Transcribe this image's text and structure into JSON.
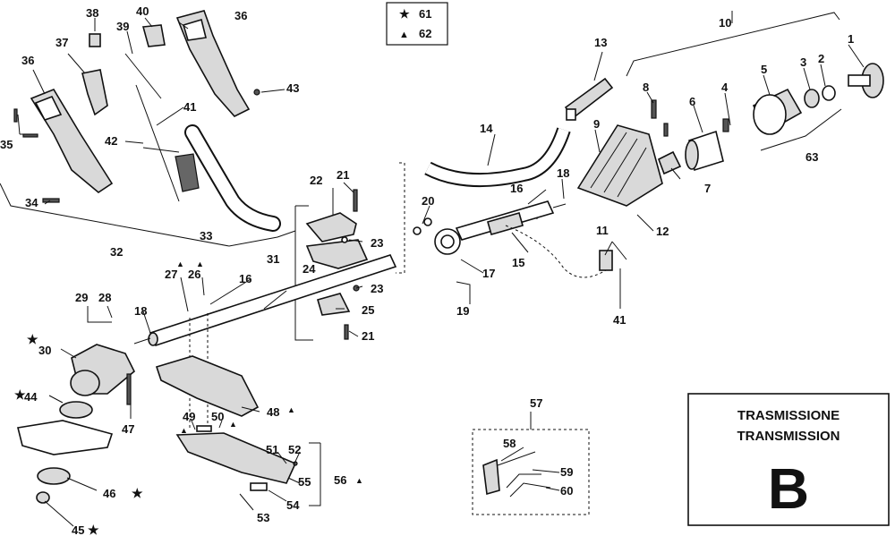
{
  "legend": {
    "star_symbol": "★",
    "star_ref": "61",
    "triangle_symbol": "▲",
    "triangle_ref": "62"
  },
  "title_box": {
    "line1": "TRASMISSIONE",
    "line2": "TRANSMISSION",
    "letter": "B"
  },
  "callouts": [
    {
      "id": "c1",
      "text": "1"
    },
    {
      "id": "c2",
      "text": "2"
    },
    {
      "id": "c3",
      "text": "3"
    },
    {
      "id": "c4",
      "text": "4"
    },
    {
      "id": "c5",
      "text": "5"
    },
    {
      "id": "c6",
      "text": "6"
    },
    {
      "id": "c7",
      "text": "7"
    },
    {
      "id": "c8",
      "text": "8"
    },
    {
      "id": "c9",
      "text": "9"
    },
    {
      "id": "c10",
      "text": "10"
    },
    {
      "id": "c11",
      "text": "11"
    },
    {
      "id": "c12",
      "text": "12"
    },
    {
      "id": "c13",
      "text": "13"
    },
    {
      "id": "c14",
      "text": "14"
    },
    {
      "id": "c15",
      "text": "15"
    },
    {
      "id": "c16a",
      "text": "16"
    },
    {
      "id": "c16b",
      "text": "16"
    },
    {
      "id": "c17",
      "text": "17"
    },
    {
      "id": "c18a",
      "text": "18"
    },
    {
      "id": "c18b",
      "text": "18"
    },
    {
      "id": "c19",
      "text": "19"
    },
    {
      "id": "c20",
      "text": "20"
    },
    {
      "id": "c21a",
      "text": "21"
    },
    {
      "id": "c21b",
      "text": "21"
    },
    {
      "id": "c22",
      "text": "22"
    },
    {
      "id": "c23a",
      "text": "23"
    },
    {
      "id": "c23b",
      "text": "23"
    },
    {
      "id": "c24",
      "text": "24"
    },
    {
      "id": "c25",
      "text": "25"
    },
    {
      "id": "c26",
      "text": "26"
    },
    {
      "id": "c27",
      "text": "27"
    },
    {
      "id": "c28",
      "text": "28"
    },
    {
      "id": "c29",
      "text": "29"
    },
    {
      "id": "c30",
      "text": "30"
    },
    {
      "id": "c31",
      "text": "31"
    },
    {
      "id": "c32",
      "text": "32"
    },
    {
      "id": "c33",
      "text": "33"
    },
    {
      "id": "c34",
      "text": "34"
    },
    {
      "id": "c35",
      "text": "35"
    },
    {
      "id": "c36a",
      "text": "36"
    },
    {
      "id": "c36b",
      "text": "36"
    },
    {
      "id": "c37",
      "text": "37"
    },
    {
      "id": "c38",
      "text": "38"
    },
    {
      "id": "c39",
      "text": "39"
    },
    {
      "id": "c40",
      "text": "40"
    },
    {
      "id": "c41a",
      "text": "41"
    },
    {
      "id": "c41b",
      "text": "41"
    },
    {
      "id": "c42",
      "text": "42"
    },
    {
      "id": "c43",
      "text": "43"
    },
    {
      "id": "c44",
      "text": "44"
    },
    {
      "id": "c45",
      "text": "45"
    },
    {
      "id": "c46",
      "text": "46"
    },
    {
      "id": "c47",
      "text": "47"
    },
    {
      "id": "c48",
      "text": "48"
    },
    {
      "id": "c49",
      "text": "49"
    },
    {
      "id": "c50",
      "text": "50"
    },
    {
      "id": "c51",
      "text": "51"
    },
    {
      "id": "c52",
      "text": "52"
    },
    {
      "id": "c53",
      "text": "53"
    },
    {
      "id": "c54",
      "text": "54"
    },
    {
      "id": "c55",
      "text": "55"
    },
    {
      "id": "c56",
      "text": "56"
    },
    {
      "id": "c57",
      "text": "57"
    },
    {
      "id": "c58",
      "text": "58"
    },
    {
      "id": "c59",
      "text": "59"
    },
    {
      "id": "c60",
      "text": "60"
    },
    {
      "id": "c63",
      "text": "63"
    }
  ]
}
